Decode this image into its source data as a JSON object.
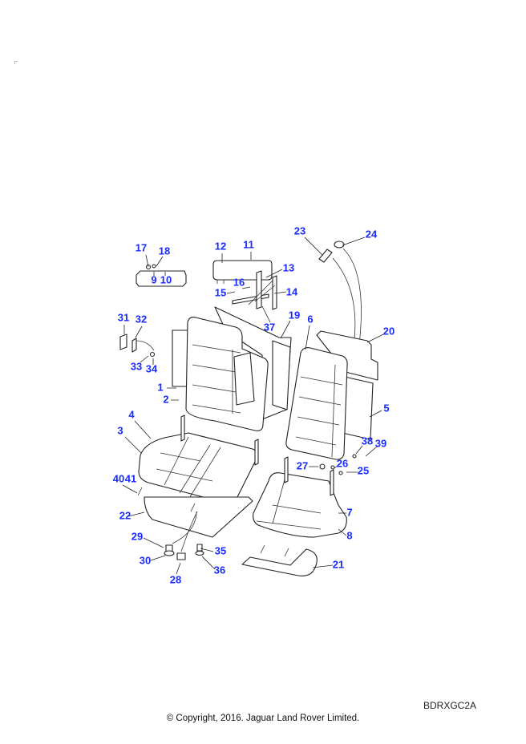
{
  "diagram": {
    "title": "Seat assembly exploded view",
    "callouts": {
      "c1": "1",
      "c2": "2",
      "c3": "3",
      "c4": "4",
      "c5": "5",
      "c6": "6",
      "c7": "7",
      "c8": "8",
      "c9": "9",
      "c10": "10",
      "c11": "11",
      "c12": "12",
      "c13": "13",
      "c14": "14",
      "c15": "15",
      "c16": "16",
      "c17": "17",
      "c18": "18",
      "c19": "19",
      "c20": "20",
      "c21": "21",
      "c22": "22",
      "c23": "23",
      "c24": "24",
      "c25": "25",
      "c26": "26",
      "c27": "27",
      "c28": "28",
      "c29": "29",
      "c30": "30",
      "c31": "31",
      "c32": "32",
      "c33": "33",
      "c34": "34",
      "c35": "35",
      "c36": "36",
      "c37": "37",
      "c38": "38",
      "c39": "39",
      "c40": "40",
      "c41": "41"
    },
    "callout_color": "#1a2bff"
  },
  "footer": {
    "reference": "BDRXGC2A",
    "copyright": "© Copyright, 2016. Jaguar Land Rover Limited."
  }
}
